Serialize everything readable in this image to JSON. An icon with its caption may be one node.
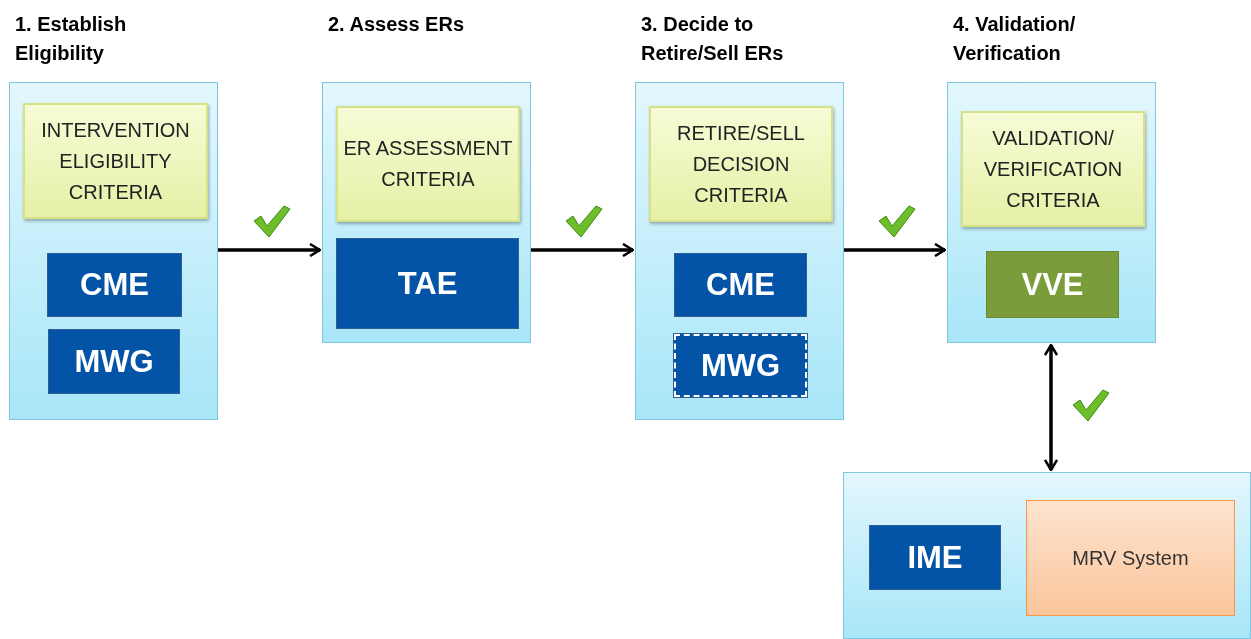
{
  "diagram": {
    "nodes": [
      {
        "text": [
          "1. Establish Eligibility"
        ]
      },
      {
        "text": [
          "INTERVENTION ELIGIBILITY CRITERIA"
        ],
        "in": 0
      },
      {
        "text": [
          "CME"
        ],
        "in": 0
      },
      {
        "text": [
          "MWG"
        ],
        "in": 0
      },
      {
        "text": [
          "2. Assess ERs"
        ]
      },
      {
        "text": [
          "ER ASSESSMENT CRITERIA"
        ],
        "in": 4
      },
      {
        "text": [
          "TAE"
        ],
        "in": 4
      },
      {
        "text": [
          "3. Decide to Retire/Sell ERs"
        ]
      },
      {
        "text": [
          "RETIRE/SELL DECISION CRITERIA"
        ],
        "in": 7
      },
      {
        "text": [
          "CME"
        ],
        "in": 7
      },
      {
        "text": [
          "MWG"
        ],
        "in": 7
      },
      {
        "text": [
          "4. Validation/ Verification"
        ]
      },
      {
        "text": [
          "VALIDATION/ VERIFICATION CRITERIA"
        ],
        "in": 11
      },
      {
        "text": [
          "VVE"
        ],
        "in": 11
      },
      {
        "text": [],
        "shape": "box"
      },
      {
        "text": [
          "IME"
        ],
        "in": 14
      },
      {
        "text": [
          "MRV System"
        ],
        "in": 14
      }
    ],
    "edges": [
      {
        "from": 0,
        "to": 4,
        "arrow": "to"
      },
      {
        "from": 4,
        "to": 7,
        "arrow": "to"
      },
      {
        "from": 7,
        "to": 11,
        "arrow": "to"
      },
      {
        "from": 11,
        "to": 14,
        "arrow": "both"
      }
    ]
  }
}
